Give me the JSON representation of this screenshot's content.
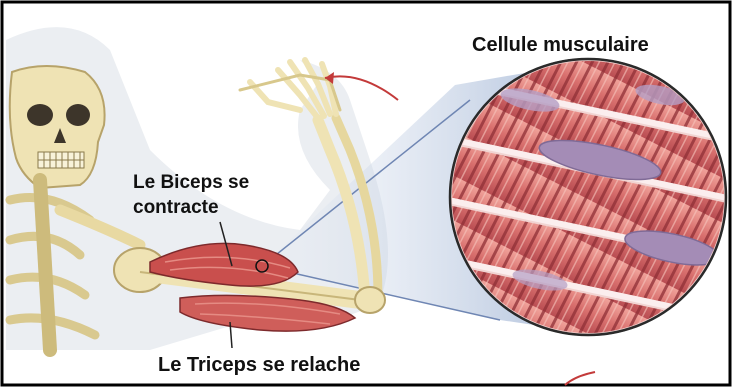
{
  "labels": {
    "cell": "Cellule musculaire",
    "biceps_line1": "Le Biceps se",
    "biceps_line2": "contracte",
    "triceps": "Le Triceps se relache"
  },
  "colors": {
    "bone": "#efe3b4",
    "bone_shadow": "#c8b67a",
    "muscle": "#c94f4d",
    "muscle_light": "#e58b83",
    "fiber_band": "#8e2f35",
    "nucleus": "#a48cb6",
    "zoom_cone": "#b8c8e2",
    "arrow": "#c33a3a"
  },
  "icons": [
    "skeleton-illustration",
    "rotation-arrow-icon",
    "zoom-magnifier-circle"
  ]
}
